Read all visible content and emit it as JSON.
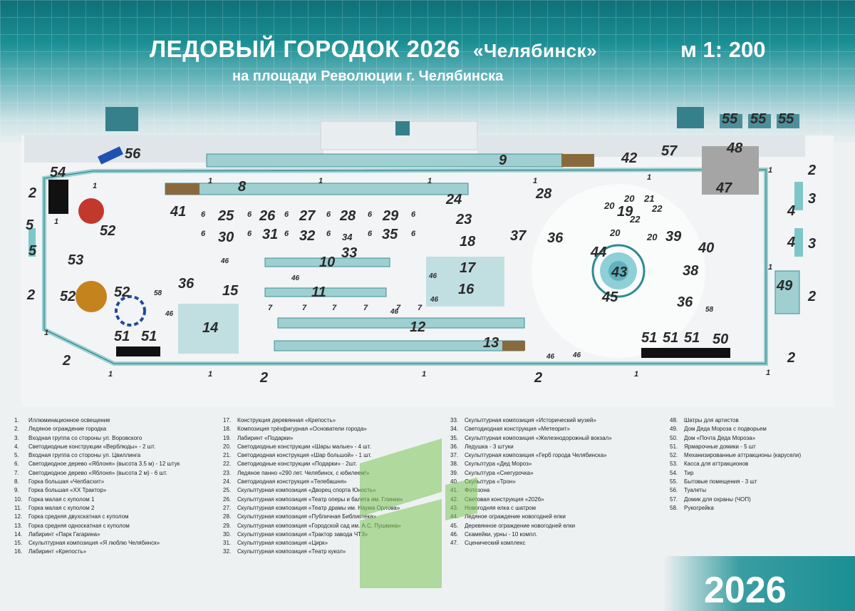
{
  "header": {
    "title": "ЛЕДОВЫЙ ГОРОДОК 2026",
    "city": "«Челябинск»",
    "scale": "м 1: 200",
    "subtitle": "на площади Революции г. Челябинска"
  },
  "footer": {
    "year": "2026"
  },
  "plan_labels": {
    "n1": "1",
    "n2": "2",
    "n3": "3",
    "n4": "4",
    "n5": "5",
    "n6": "6",
    "n7": "7",
    "n8": "8",
    "n9": "9",
    "n10": "10",
    "n11": "11",
    "n12": "12",
    "n13": "13",
    "n14": "14",
    "n15": "15",
    "n16": "16",
    "n17": "17",
    "n18": "18",
    "n19": "19",
    "n20": "20",
    "n21": "21",
    "n22": "22",
    "n23": "23",
    "n24": "24",
    "n25": "25",
    "n26": "26",
    "n27": "27",
    "n28": "28",
    "n29": "29",
    "n30": "30",
    "n31": "31",
    "n32": "32",
    "n33": "33",
    "n34": "34",
    "n35": "35",
    "n36": "36",
    "n37": "37",
    "n38": "38",
    "n39": "39",
    "n40": "40",
    "n41": "41",
    "n42": "42",
    "n43": "43",
    "n44": "44",
    "n45": "45",
    "n46": "46",
    "n47": "47",
    "n48": "48",
    "n49": "49",
    "n50": "50",
    "n51": "51",
    "n52": "52",
    "n53": "53",
    "n54": "54",
    "n55": "55",
    "n56": "56",
    "n57": "57",
    "n58": "58"
  },
  "legend": [
    [
      {
        "n": "1.",
        "t": "Иллюминационное освещение"
      },
      {
        "n": "2.",
        "t": "Ледяное ограждение городка"
      },
      {
        "n": "3.",
        "t": "Входная группа со стороны ул. Воровского"
      },
      {
        "n": "4.",
        "t": "Светодиодные конструкции «Верблюды» - 2 шт."
      },
      {
        "n": "5.",
        "t": "Входная группа со стороны ул. Цвиллинга"
      },
      {
        "n": "6.",
        "t": "Светодиодное дерево «Яблоня» (высота 3.5 м) - 12 штук"
      },
      {
        "n": "7.",
        "t": "Светодиодное дерево «Яблоня» (высота 2 м) - 6 шт."
      },
      {
        "n": "8.",
        "t": "Горка большая «Челбасхит»"
      },
      {
        "n": "9.",
        "t": "Горка большая «ХХ Трактор»"
      },
      {
        "n": "10.",
        "t": "Горка малая с куполом 1"
      },
      {
        "n": "11.",
        "t": "Горка малая с куполом 2"
      },
      {
        "n": "12.",
        "t": "Горка средняя двухскатная с куполом"
      },
      {
        "n": "13.",
        "t": "Горка средняя односкатная с куполом"
      },
      {
        "n": "14.",
        "t": "Лабиринт «Парк Гагарина»"
      },
      {
        "n": "15.",
        "t": "Скульптурная композиция «Я люблю Челябинск»"
      },
      {
        "n": "16.",
        "t": "Лабиринт «Крепость»"
      }
    ],
    [
      {
        "n": "17.",
        "t": "Конструкция деревянная «Крепость»"
      },
      {
        "n": "18.",
        "t": "Композиция трёхфигурная «Основатели города»"
      },
      {
        "n": "19.",
        "t": "Лабиринт «Подарки»"
      },
      {
        "n": "20.",
        "t": "Светодиодные конструкции «Шары малые» - 4 шт."
      },
      {
        "n": "21.",
        "t": "Светодиодная конструкция «Шар большой» - 1 шт."
      },
      {
        "n": "22.",
        "t": "Светодиодные конструкции «Подарки» - 2шт."
      },
      {
        "n": "23.",
        "t": "Ледяное панно «290 лет. Челябинск, с юбилеем!»"
      },
      {
        "n": "24.",
        "t": "Светодиодная конструкция «Телебашня»"
      },
      {
        "n": "25.",
        "t": "Скульптурная композиция «Дворец спорта Юность»"
      },
      {
        "n": "26.",
        "t": "Скульптурная композиция «Театр оперы и балета им. Глинки»"
      },
      {
        "n": "27.",
        "t": "Скульптурная композиция «Театр драмы им. Наума Орлова»"
      },
      {
        "n": "28.",
        "t": "Скульптурная композиция «Публичная Библиотека»"
      },
      {
        "n": "29.",
        "t": "Скульптурная композиция «Городской сад им. А.С. Пушкина»"
      },
      {
        "n": "30.",
        "t": "Скульптурная композиция «Трактор завода ЧТЗ»"
      },
      {
        "n": "31.",
        "t": "Скульптурная композиция «Цирк»"
      },
      {
        "n": "32.",
        "t": "Скульптурная композиция «Театр кукол»"
      }
    ],
    [
      {
        "n": "33.",
        "t": "Скульптурная композиция «Исторический музей»"
      },
      {
        "n": "34.",
        "t": "Светодиодная конструкция «Метеорит»"
      },
      {
        "n": "35.",
        "t": "Скульптурная композиция «Железнодорожный вокзал»"
      },
      {
        "n": "36.",
        "t": "Ледушка - 3 штуки"
      },
      {
        "n": "37.",
        "t": "Скульптурная композиция «Герб города Челябинска»"
      },
      {
        "n": "38.",
        "t": "Скульптура «Дед Мороз»"
      },
      {
        "n": "39.",
        "t": "Скульптура «Снегурочка»"
      },
      {
        "n": "40.",
        "t": "Скульптура «Трон»"
      },
      {
        "n": "41.",
        "t": "Фотозона"
      },
      {
        "n": "42.",
        "t": "Световая конструкция «2026»"
      },
      {
        "n": "43.",
        "t": "Новогодняя елка с шатром"
      },
      {
        "n": "44.",
        "t": "Ледяное ограждение новогодней елки"
      },
      {
        "n": "45.",
        "t": "Деревянное ограждение новогодней елки"
      },
      {
        "n": "46.",
        "t": "Скамейки, урны - 10 компл."
      },
      {
        "n": "47.",
        "t": "Сценический комплекс"
      }
    ],
    [
      {
        "n": "48.",
        "t": "Шатры для артистов"
      },
      {
        "n": "49.",
        "t": "Дом Деда Мороза с подворьем"
      },
      {
        "n": "50.",
        "t": "Дом «Почта Деда Мороза»"
      },
      {
        "n": "51.",
        "t": "Ярмарочные домики - 5 шт"
      },
      {
        "n": "52.",
        "t": "Механизированные аттракционы (карусели)"
      },
      {
        "n": "53.",
        "t": "Касса для аттракционов"
      },
      {
        "n": "54.",
        "t": "Тир"
      },
      {
        "n": "55.",
        "t": "Бытовые помещения - 3 шт"
      },
      {
        "n": "56.",
        "t": "Туалеты"
      },
      {
        "n": "57.",
        "t": "Домик для охраны (ЧОП)"
      },
      {
        "n": "58.",
        "t": "Руко­грейка"
      }
    ]
  ]
}
